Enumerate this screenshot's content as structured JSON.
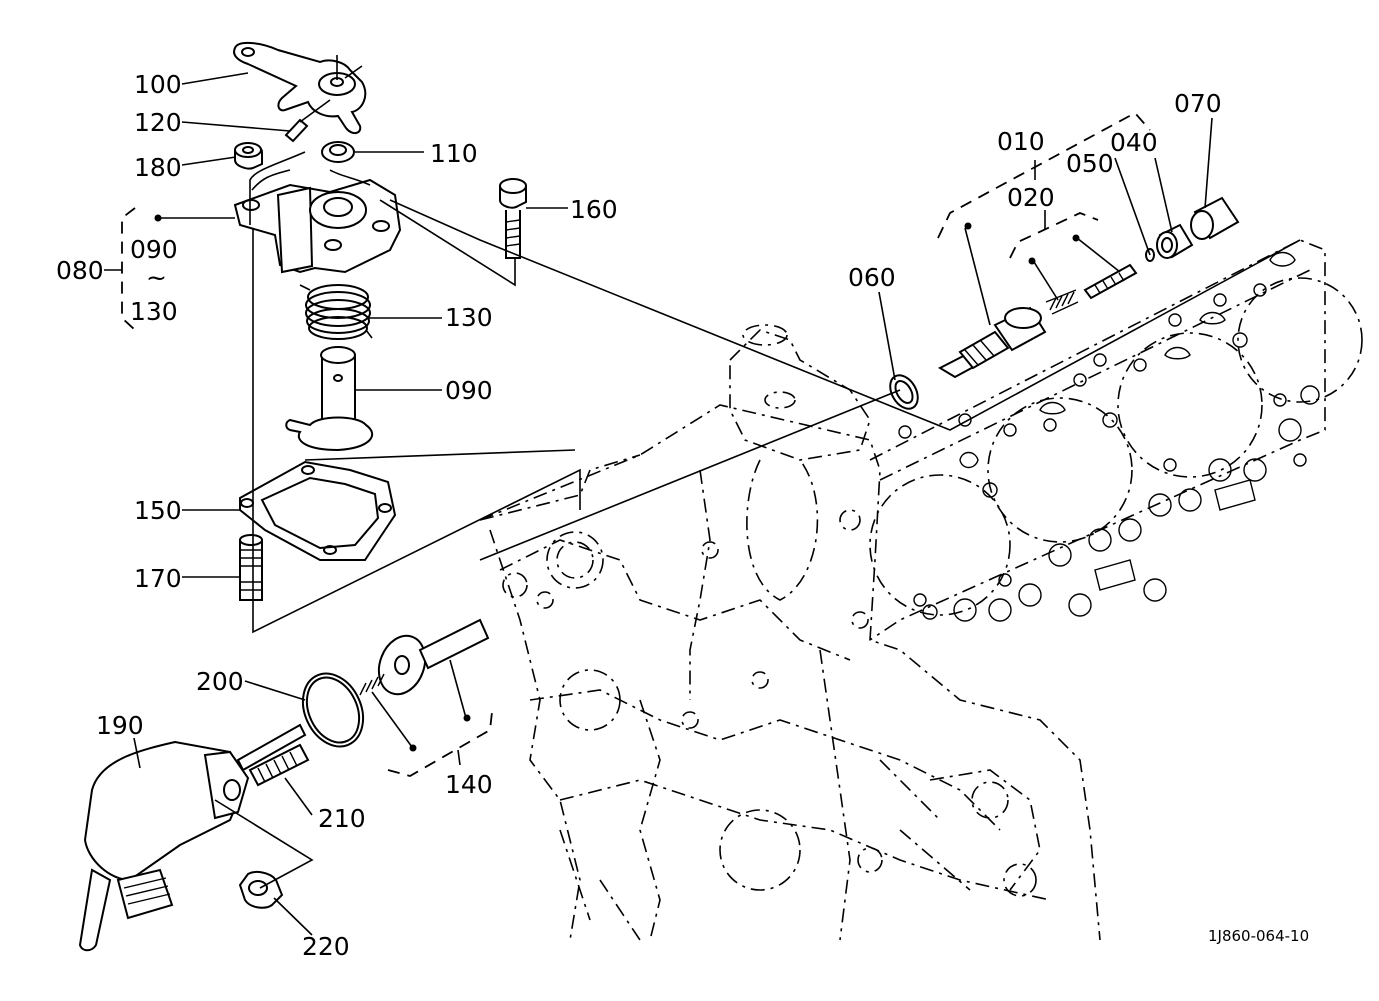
{
  "diagram_code": "1J860-064-10",
  "labels": {
    "p100": "100",
    "p120": "120",
    "p180": "180",
    "p110": "110",
    "p160": "160",
    "p080": "080",
    "p090a": "090",
    "tilde": "~",
    "p130a": "130",
    "p130": "130",
    "p090": "090",
    "p150": "150",
    "p170": "170",
    "p010": "010",
    "p020": "020",
    "p050": "050",
    "p040": "040",
    "p070": "070",
    "p060": "060",
    "p200": "200",
    "p190": "190",
    "p140": "140",
    "p210": "210",
    "p220": "220"
  }
}
